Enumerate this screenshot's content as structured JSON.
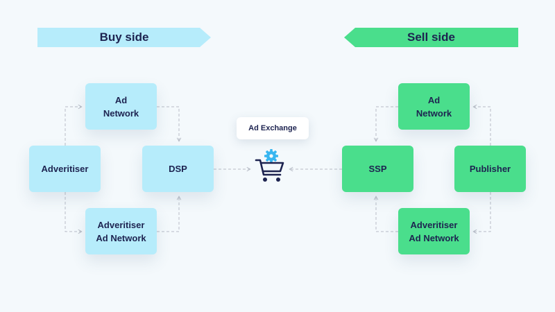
{
  "buy_side": {
    "banner": "Buy side",
    "nodes": {
      "ad_network": "Ad\nNetwork",
      "advertiser": "Adveritiser",
      "dsp": "DSP",
      "advertiser_ad_network": "Adveritiser\nAd Network"
    }
  },
  "sell_side": {
    "banner": "Sell side",
    "nodes": {
      "ad_network": "Ad\nNetwork",
      "ssp": "SSP",
      "publisher": "Publisher",
      "advertiser_ad_network": "Adveritiser\nAd Network"
    }
  },
  "exchange": {
    "label": "Ad Exchange",
    "icon": "cart-gear-icon"
  },
  "colors": {
    "buy": "#b6ecfb",
    "sell": "#4ade8c",
    "text": "#1d2350",
    "gear": "#38b6f0"
  }
}
